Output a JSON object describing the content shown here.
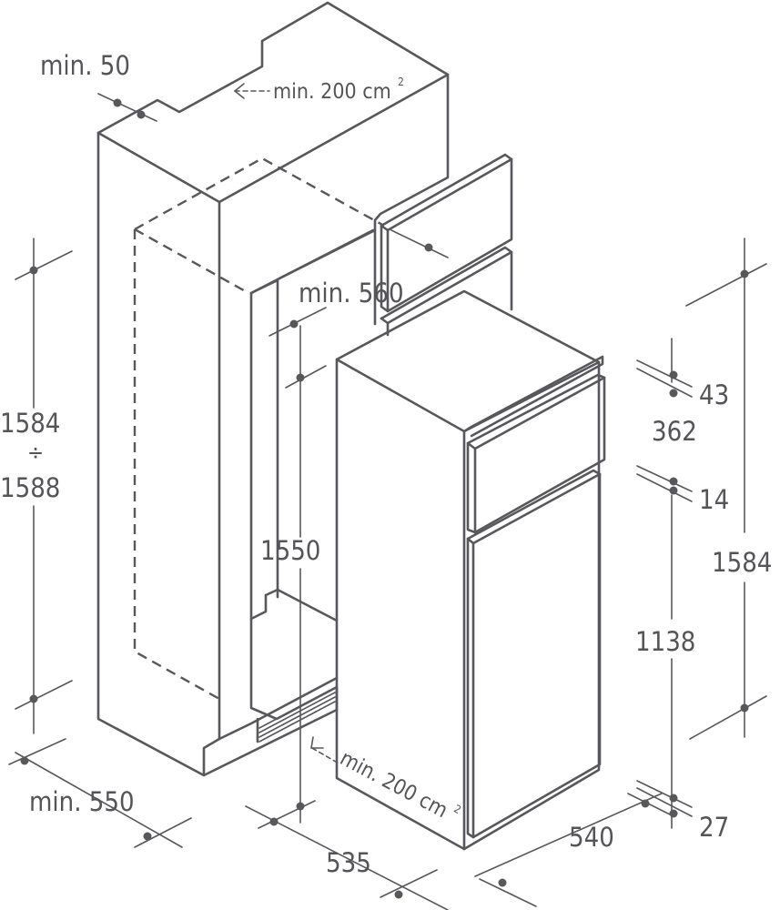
{
  "labels": {
    "top_vent_clearance": "min. 50",
    "top_vent_area": "min. 200 cm",
    "top_vent_area_sup": "2",
    "niche_width": "min. 560",
    "niche_height_min": "1584",
    "niche_height_sep": "÷",
    "niche_height_max": "1588",
    "niche_inner_height": "1550",
    "niche_depth": "min. 550",
    "bottom_vent_area": "min. 200 cm",
    "bottom_vent_area_sup": "2",
    "appliance_width": "535",
    "appliance_depth": "540",
    "top_gap": "43",
    "freezer_door_height": "362",
    "door_gap": "14",
    "appliance_height": "1584",
    "fridge_door_height": "1138",
    "bottom_gap": "27"
  },
  "colors": {
    "line": "#58585c",
    "text": "#555559",
    "background": "#ffffff"
  }
}
